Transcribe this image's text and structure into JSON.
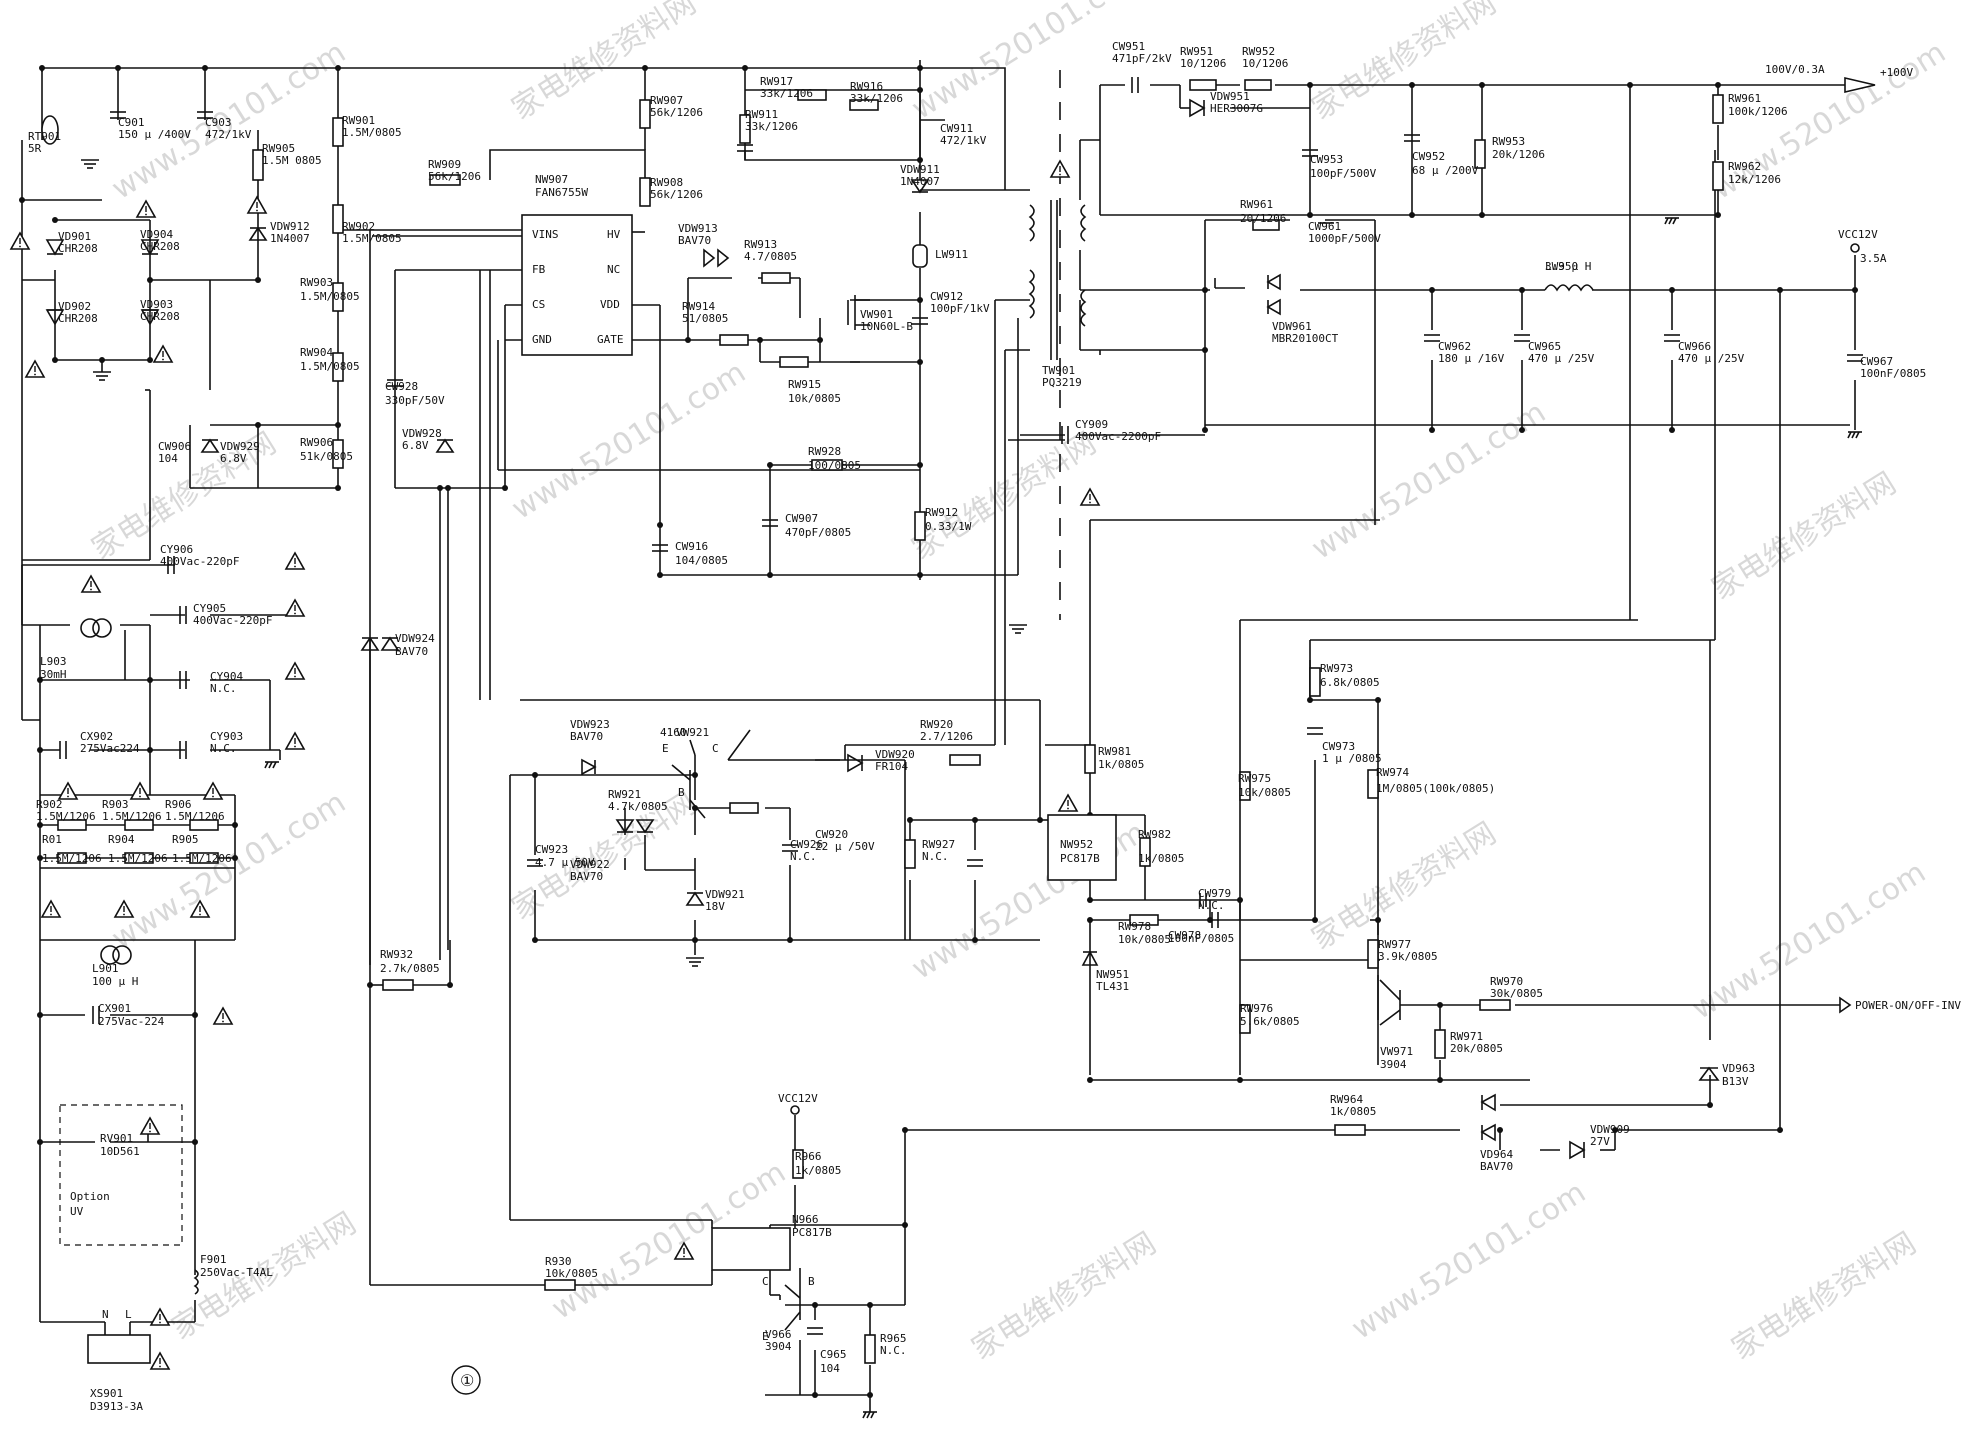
{
  "watermark": {
    "site": "www.520101.com",
    "cn": "家电维修资料网"
  },
  "page_marker": "①",
  "connectors": {
    "out_100v": "+100V",
    "out_100v_rating": "100V/0.3A",
    "out_12v": "VCC12V",
    "out_12v_rating": "3.5A",
    "vcc12v_local": "VCC12V",
    "power_on": "POWER-ON/OFF-INV"
  },
  "option_box": {
    "line1": "Option",
    "line2": "UV"
  },
  "components": [
    {
      "ref": "XS901",
      "value": "D3913-3A"
    },
    {
      "ref": "F901",
      "value": "250Vac-T4AL"
    },
    {
      "ref": "RV901",
      "value": "10D561"
    },
    {
      "ref": "CX901",
      "value": "275Vac-224"
    },
    {
      "ref": "L901",
      "value": "100 μ H"
    },
    {
      "ref": "R902",
      "value": "1.5M/1206"
    },
    {
      "ref": "R903",
      "value": "1.5M/1206"
    },
    {
      "ref": "R906",
      "value": "1.5M/1206"
    },
    {
      "ref": "R01",
      "value": "1.5M/1206"
    },
    {
      "ref": "R904",
      "value": "1.5M/1206"
    },
    {
      "ref": "R905",
      "value": "1.5M/1206"
    },
    {
      "ref": "CX902",
      "value": "275Vac224"
    },
    {
      "ref": "CY903",
      "value": "N.C."
    },
    {
      "ref": "CY904",
      "value": "N.C."
    },
    {
      "ref": "L903",
      "value": "30mH"
    },
    {
      "ref": "CY905",
      "value": "400Vac-220pF"
    },
    {
      "ref": "CY906",
      "value": "400Vac-220pF"
    },
    {
      "ref": "RT901",
      "value": "5R"
    },
    {
      "ref": "C901",
      "value": "150 μ /400V"
    },
    {
      "ref": "C903",
      "value": "472/1kV"
    },
    {
      "ref": "VD901",
      "value": "CHR208"
    },
    {
      "ref": "VD904",
      "value": "CHR208"
    },
    {
      "ref": "VD902",
      "value": "CHR208"
    },
    {
      "ref": "VD903",
      "value": "CHR208"
    },
    {
      "ref": "RW905",
      "value": "1.5M 0805"
    },
    {
      "ref": "VDW912",
      "value": "1N4007"
    },
    {
      "ref": "RW901",
      "value": "1.5M/0805"
    },
    {
      "ref": "RW902",
      "value": "1.5M/0805"
    },
    {
      "ref": "RW903",
      "value": "1.5M/0805"
    },
    {
      "ref": "RW904",
      "value": "1.5M/0805"
    },
    {
      "ref": "RW906",
      "value": "51k/0805"
    },
    {
      "ref": "VDW929",
      "value": "6.8V"
    },
    {
      "ref": "CW906",
      "value": "104"
    },
    {
      "ref": "RW909",
      "value": "56k/1206"
    },
    {
      "ref": "NW907",
      "value": "FAN6755W"
    },
    {
      "ref": "RW907",
      "value": "56k/1206"
    },
    {
      "ref": "RW908",
      "value": "56k/1206"
    },
    {
      "ref": "CW928",
      "value": "330pF/50V"
    },
    {
      "ref": "VDW928",
      "value": "6.8V"
    },
    {
      "ref": "RW917",
      "value": "33k/1206"
    },
    {
      "ref": "RW916",
      "value": "33k/1206"
    },
    {
      "ref": "RW911",
      "value": "33k/1206"
    },
    {
      "ref": "CW911",
      "value": "472/1kV"
    },
    {
      "ref": "VDW911",
      "value": "1N4007"
    },
    {
      "ref": "LW911",
      "value": ""
    },
    {
      "ref": "CW912",
      "value": "100pF/1kV"
    },
    {
      "ref": "VDW913",
      "value": "BAV70"
    },
    {
      "ref": "RW913",
      "value": "4.7/0805"
    },
    {
      "ref": "RW914",
      "value": "51/0805"
    },
    {
      "ref": "VW901",
      "value": "10N60L-B"
    },
    {
      "ref": "RW915",
      "value": "10k/0805"
    },
    {
      "ref": "RW928",
      "value": "100/0805"
    },
    {
      "ref": "CW907",
      "value": "470pF/0805"
    },
    {
      "ref": "RW912",
      "value": "0.33/1W"
    },
    {
      "ref": "CW916",
      "value": "104/0805"
    },
    {
      "ref": "TW901",
      "value": "PQ3219"
    },
    {
      "ref": "CW951",
      "value": "471pF/2kV"
    },
    {
      "ref": "RW951",
      "value": "10/1206"
    },
    {
      "ref": "RW952",
      "value": "10/1206"
    },
    {
      "ref": "VDW951",
      "value": "HER3007G"
    },
    {
      "ref": "CW953",
      "value": "100pF/500V"
    },
    {
      "ref": "CW952",
      "value": "68 μ /200V"
    },
    {
      "ref": "RW953",
      "value": "20k/1206"
    },
    {
      "ref": "RW961",
      "value": "100k/1206"
    },
    {
      "ref": "RW962",
      "value": "12k/1206"
    },
    {
      "ref": "RW961",
      "value": "20/1206"
    },
    {
      "ref": "CW961",
      "value": "1000pF/500V"
    },
    {
      "ref": "VDW961",
      "value": "MBR20100CT"
    },
    {
      "ref": "LW950",
      "value": "3.3 μ H"
    },
    {
      "ref": "CW962",
      "value": "180 μ /16V"
    },
    {
      "ref": "CW965",
      "value": "470 μ /25V"
    },
    {
      "ref": "CW966",
      "value": "470 μ /25V"
    },
    {
      "ref": "CW967",
      "value": "100nF/0805"
    },
    {
      "ref": "CY909",
      "value": "400Vac-2200pF"
    },
    {
      "ref": "VDW924",
      "value": "BAV70"
    },
    {
      "ref": "RW932",
      "value": "2.7k/0805"
    },
    {
      "ref": "VDW923",
      "value": "BAV70"
    },
    {
      "ref": "VW921",
      "value": "4160"
    },
    {
      "ref": "VDW922",
      "value": "BAV70"
    },
    {
      "ref": "RW921",
      "value": "4.7k/0805"
    },
    {
      "ref": "VDW921",
      "value": "18V"
    },
    {
      "ref": "CW923",
      "value": "4.7 μ 50V"
    },
    {
      "ref": "CW920",
      "value": "22 μ /50V"
    },
    {
      "ref": "VDW920",
      "value": "FR104"
    },
    {
      "ref": "RW920",
      "value": "2.7/1206"
    },
    {
      "ref": "RW927",
      "value": "N.C."
    },
    {
      "ref": "CW926",
      "value": "N.C."
    },
    {
      "ref": "NW952",
      "value": "PC817B"
    },
    {
      "ref": "RW981",
      "value": "1k/0805"
    },
    {
      "ref": "RW982",
      "value": "1k/0805"
    },
    {
      "ref": "CW979",
      "value": "N.C."
    },
    {
      "ref": "RW978",
      "value": "10k/0805"
    },
    {
      "ref": "CW978",
      "value": "100nF/0805"
    },
    {
      "ref": "NW951",
      "value": "TL431"
    },
    {
      "ref": "RW973",
      "value": "6.8k/0805"
    },
    {
      "ref": "CW973",
      "value": "1 μ /0805"
    },
    {
      "ref": "RW975",
      "value": "10k/0805"
    },
    {
      "ref": "RW974",
      "value": "1M/0805(100k/0805)"
    },
    {
      "ref": "RW977",
      "value": "3.9k/0805"
    },
    {
      "ref": "RW976",
      "value": "5.6k/0805"
    },
    {
      "ref": "RW970",
      "value": "30k/0805"
    },
    {
      "ref": "VW971",
      "value": "3904"
    },
    {
      "ref": "RW971",
      "value": "20k/0805"
    },
    {
      "ref": "VD963",
      "value": "B13V"
    },
    {
      "ref": "RW964",
      "value": "1k/0805"
    },
    {
      "ref": "VD964",
      "value": "BAV70"
    },
    {
      "ref": "VDW909",
      "value": "27V"
    },
    {
      "ref": "R966",
      "value": "1k/0805"
    },
    {
      "ref": "N966",
      "value": "PC817B"
    },
    {
      "ref": "R930",
      "value": "10k/0805"
    },
    {
      "ref": "V966",
      "value": "3904"
    },
    {
      "ref": "C965",
      "value": "104"
    },
    {
      "ref": "R965",
      "value": "N.C."
    }
  ],
  "ic_pins": {
    "vins": "VINS",
    "fb": "FB",
    "cs": "CS",
    "gnd": "GND",
    "hv": "HV",
    "nc": "NC",
    "vdd": "VDD",
    "gate": "GATE"
  },
  "plug_labels": {
    "n": "N",
    "l": "L"
  },
  "bjt_labels": {
    "e": "E",
    "c": "C",
    "b": "B"
  }
}
